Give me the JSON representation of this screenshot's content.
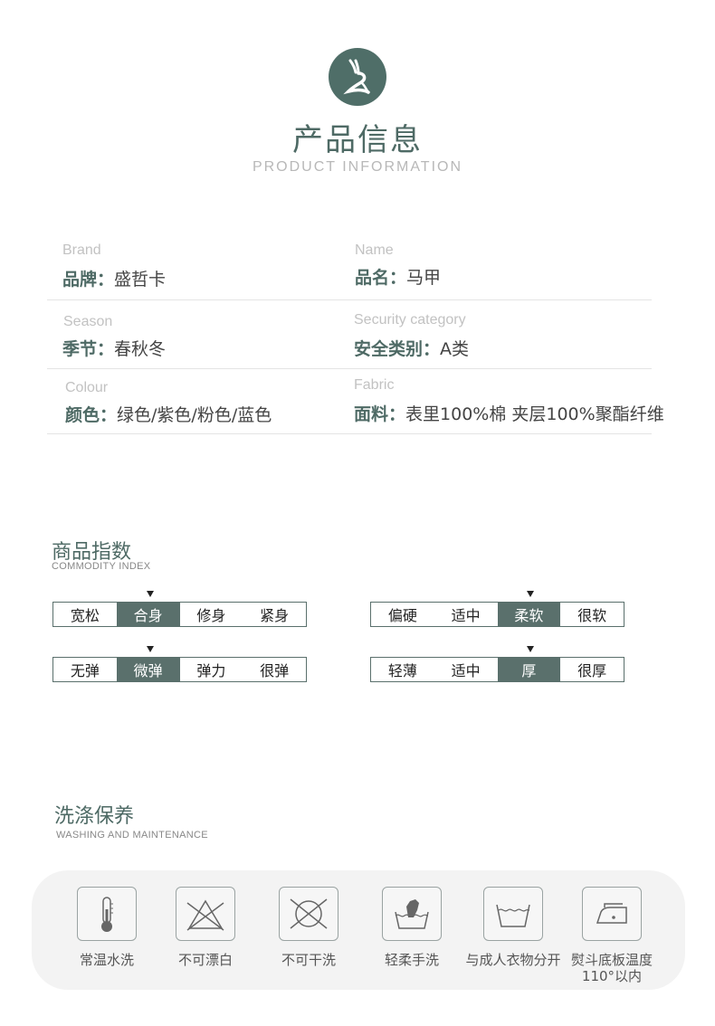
{
  "header": {
    "logo_icon": "rabbit-logo-icon",
    "title": "产品信息",
    "subtitle": "PRODUCT INFORMATION"
  },
  "info": [
    {
      "en": "Brand",
      "label": "品牌：",
      "value": "盛哲卡"
    },
    {
      "en": "Name",
      "label": "品名：",
      "value": "马甲"
    },
    {
      "en": "Season",
      "label": "季节：",
      "value": "春秋冬"
    },
    {
      "en": "Security category",
      "label": "安全类别：",
      "value": "A类"
    },
    {
      "en": "Colour",
      "label": "颜色：",
      "value": "绿色/紫色/粉色/蓝色"
    },
    {
      "en": "Fabric",
      "label": "面料：",
      "value": "表里100%棉  夹层100%聚酯纤维"
    }
  ],
  "index_section": {
    "title": "商品指数",
    "subtitle": "COMMODITY INDEX"
  },
  "scales": [
    {
      "options": [
        "宽松",
        "合身",
        "修身",
        "紧身"
      ],
      "selected": 1
    },
    {
      "options": [
        "偏硬",
        "适中",
        "柔软",
        "很软"
      ],
      "selected": 2
    },
    {
      "options": [
        "无弹",
        "微弹",
        "弹力",
        "很弹"
      ],
      "selected": 1
    },
    {
      "options": [
        "轻薄",
        "适中",
        "厚",
        "很厚"
      ],
      "selected": 2
    }
  ],
  "wash_section": {
    "title": "洗涤保养",
    "subtitle": "WASHING AND MAINTENANCE"
  },
  "care": [
    {
      "icon": "thermometer-icon",
      "label": "常温水洗"
    },
    {
      "icon": "no-bleach-icon",
      "label": "不可漂白"
    },
    {
      "icon": "no-dry-clean-icon",
      "label": "不可干洗"
    },
    {
      "icon": "hand-wash-icon",
      "label": "轻柔手洗"
    },
    {
      "icon": "wash-separately-icon",
      "label": "与成人衣物分开"
    },
    {
      "icon": "iron-icon",
      "label": "熨斗底板温度\n110°以内"
    }
  ],
  "colors": {
    "accent": "#5a706c",
    "title": "#4e6a65"
  }
}
